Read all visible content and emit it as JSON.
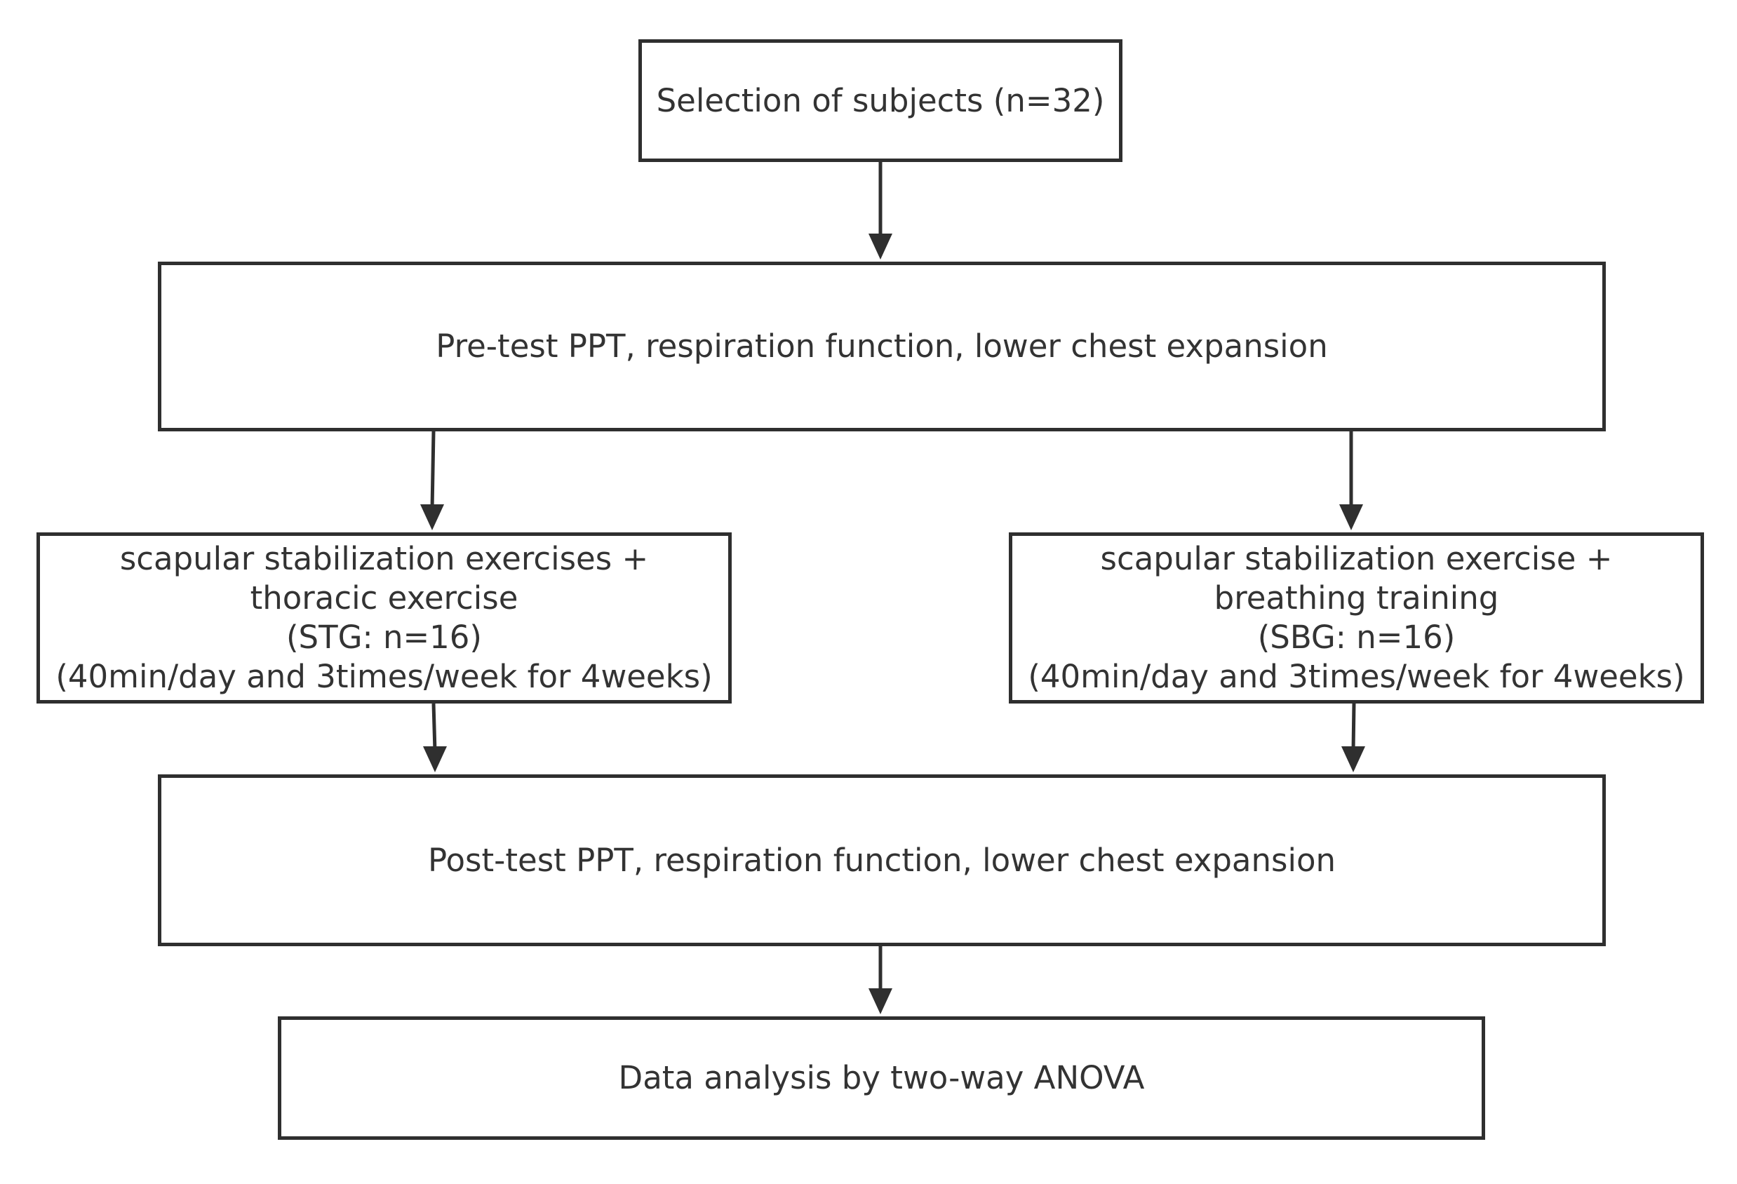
{
  "nodes": {
    "selection": {
      "lines": [
        "Selection of subjects (n=32)"
      ]
    },
    "pretest": {
      "lines": [
        "Pre-test PPT, respiration function, lower chest expansion"
      ]
    },
    "stg": {
      "lines": [
        "scapular stabilization exercises +",
        "thoracic exercise",
        "(STG: n=16)",
        "(40min/day and 3times/week for 4weeks)"
      ]
    },
    "sbg": {
      "lines": [
        "scapular stabilization exercise +",
        "breathing training",
        "(SBG: n=16)",
        "(40min/day and 3times/week for 4weeks)"
      ]
    },
    "posttest": {
      "lines": [
        "Post-test PPT, respiration function, lower chest expansion"
      ]
    },
    "analysis": {
      "lines": [
        "Data analysis by two-way ANOVA"
      ]
    }
  },
  "edges": [
    {
      "from": "selection",
      "to": "pretest"
    },
    {
      "from": "pretest",
      "to": "stg"
    },
    {
      "from": "pretest",
      "to": "sbg"
    },
    {
      "from": "stg",
      "to": "posttest"
    },
    {
      "from": "sbg",
      "to": "posttest"
    },
    {
      "from": "posttest",
      "to": "analysis"
    }
  ],
  "colors": {
    "stroke": "#2f2f2f",
    "text": "#333333",
    "background": "#ffffff"
  }
}
